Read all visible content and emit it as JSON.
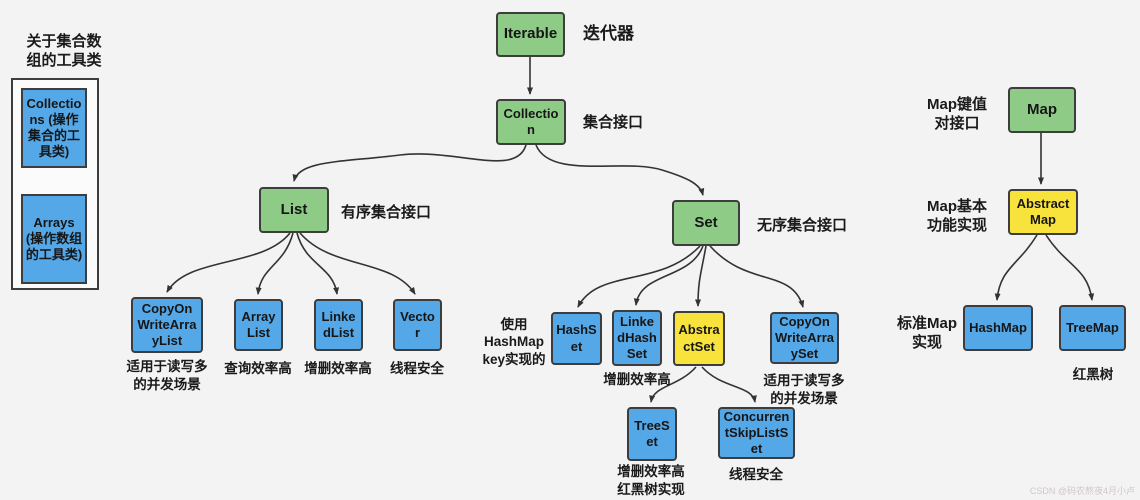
{
  "colors": {
    "background": "#f3f3f3",
    "node_green": "#8ecb87",
    "node_blue": "#55a8e8",
    "node_yellow": "#f8e23c",
    "node_border": "#3d3d3d",
    "arrow": "#333333",
    "text": "#1a1a1a"
  },
  "sidebar": {
    "title": "关于集合数\n组的工具类",
    "items": [
      {
        "label": "Collections (操作集合的工具类)"
      },
      {
        "label": "Arrays (操作数组的工具类)"
      }
    ]
  },
  "nodes": {
    "iterable": {
      "label": "Iterable",
      "note": "迭代器"
    },
    "collection": {
      "label": "Collection",
      "note": "集合接口"
    },
    "list": {
      "label": "List",
      "note": "有序集合接口"
    },
    "set": {
      "label": "Set",
      "note": "无序集合接口"
    },
    "copyonwritearraylist": {
      "label": "CopyOnWriteArrayList",
      "caption": "适用于读写多\n的并发场景"
    },
    "arraylist": {
      "label": "ArrayList",
      "caption": "查询效率高"
    },
    "linkedlist": {
      "label": "LinkedList",
      "caption": "增删效率高"
    },
    "vector": {
      "label": "Vector",
      "caption": "线程安全"
    },
    "hashset": {
      "label": "HashSet",
      "note": "使用\nHashMap\nkey实现的"
    },
    "linkedhashset": {
      "label": "LinkedHashSet",
      "caption": "增删效率高"
    },
    "abstractset": {
      "label": "AbstractSet"
    },
    "copyonwritearrayset": {
      "label": "CopyOnWriteArraySet",
      "caption": "适用于读写多\n的并发场景"
    },
    "treeset": {
      "label": "TreeSet",
      "caption": "增删效率高\n红黑树实现"
    },
    "concurrentskiplistset": {
      "label": "ConcurrentSkipListSet",
      "caption": "线程安全"
    },
    "map": {
      "label": "Map",
      "note": "Map键值\n对接口"
    },
    "abstractmap": {
      "label": "AbstractMap",
      "note": "Map基本\n功能实现"
    },
    "hashmap": {
      "label": "HashMap",
      "note": "标准Map\n实现"
    },
    "treemap": {
      "label": "TreeMap",
      "caption": "红黑树"
    }
  },
  "watermark": "CSDN @码农熬夜4月小卢"
}
